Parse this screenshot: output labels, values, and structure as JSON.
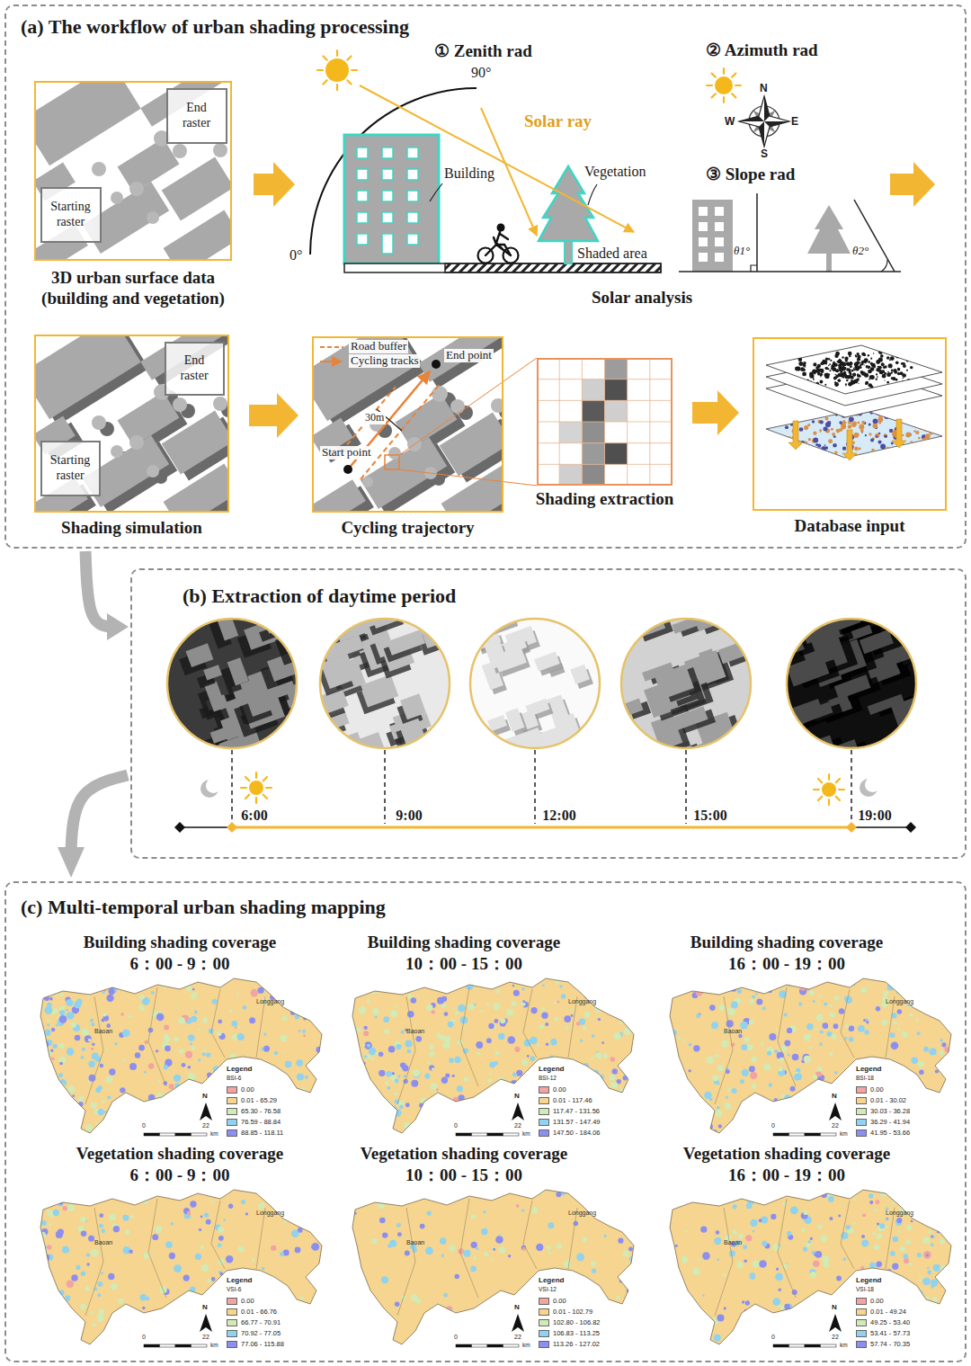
{
  "diagram": {
    "nodes": [
      {
        "text": [
          "(a) The workflow of urban shading processing"
        ]
      },
      {
        "text": [
          "3D urban surface data (building and vegetation)"
        ],
        "in": 0
      },
      {
        "text": [
          "End raster"
        ],
        "in": 1
      },
      {
        "text": [
          "Starting raster"
        ],
        "in": 1
      },
      {
        "text": [
          "Shading simulation"
        ],
        "in": 0
      },
      {
        "text": [
          "End raster"
        ],
        "in": 4
      },
      {
        "text": [
          "Starting raster"
        ],
        "in": 4
      },
      {
        "text": [
          "Cycling trajectory"
        ],
        "in": 0
      },
      {
        "text": [
          "Shading extraction"
        ],
        "in": 0
      },
      {
        "text": [
          "Database input"
        ],
        "in": 0
      },
      {
        "text": [
          "(b) Extraction of daytime period"
        ]
      },
      {
        "text": [
          "(c) Multi-temporal urban shading mapping"
        ]
      }
    ],
    "edges": [
      {
        "from": 4,
        "to": 7,
        "arrow": "to"
      },
      {
        "from": 8,
        "to": 9,
        "arrow": "to"
      },
      {
        "from": 0,
        "to": 10,
        "arrow": "to"
      },
      {
        "from": 10,
        "to": 11,
        "arrow": "to"
      }
    ],
    "labels": [
      "① Zenith rad",
      "90°",
      "0°",
      "Solar ray",
      "Building",
      "Vegetation",
      "Shaded area",
      "Solar analysis",
      "② Azimuth rad",
      "N",
      "W",
      "E",
      "S",
      "③ Slope rad",
      "θ1°",
      "θ2°",
      "Road buffer",
      "Cycling tracks",
      "End point",
      "Start point",
      "30m",
      "6:00",
      "9:00",
      "12:00",
      "15:00",
      "19:00",
      "Building shading coverage",
      "6：00 - 9：00",
      "Baoan",
      "Longgang",
      "Legend",
      "BSI-6",
      "N",
      "0",
      "22",
      "km",
      "Building shading coverage",
      "10：00 - 15：00",
      "Baoan",
      "Longgang",
      "Legend",
      "BSI-12",
      "N",
      "0",
      "22",
      "km",
      "Building shading coverage",
      "16：00 - 19：00",
      "Baoan",
      "Longgang",
      "Legend",
      "BSI-18",
      "N",
      "0",
      "22",
      "km",
      "Vegetation shading coverage",
      "6：00 - 9：00",
      "Baoan",
      "Longgang",
      "Legend",
      "VSI-6",
      "N",
      "0",
      "22",
      "km",
      "Vegetation shading coverage",
      "10：00 - 15：00",
      "Baoan",
      "Longgang",
      "Legend",
      "VSI-12",
      "N",
      "0",
      "22",
      "km",
      "Vegetation shading coverage",
      "16：00 - 19：00",
      "Baoan",
      "Longgang",
      "Legend",
      "VSI-18",
      "N",
      "0",
      "22",
      "km"
    ],
    "legend": [
      {
        "text": "0.00",
        "color": "#f4a3a3"
      },
      {
        "text": "0.01 - 65.29",
        "color": "#f5d58f"
      },
      {
        "text": "65.30 - 76.58",
        "color": "#d2eab4"
      },
      {
        "text": "76.59 - 88.84",
        "color": "#8fd3ef"
      },
      {
        "text": "88.85 - 118.11",
        "color": "#8c8ff0"
      },
      {
        "text": "0.00",
        "color": "#f4a3a3"
      },
      {
        "text": "0.01 - 117.46",
        "color": "#f5d58f"
      },
      {
        "text": "117.47 - 131.56",
        "color": "#d2eab4"
      },
      {
        "text": "131.57 - 147.49",
        "color": "#8fd3ef"
      },
      {
        "text": "147.50 - 184.06",
        "color": "#8c8ff0"
      },
      {
        "text": "0.00",
        "color": "#f4a3a3"
      },
      {
        "text": "0.01 - 30.02",
        "color": "#f5d58f"
      },
      {
        "text": "30.03 - 36.28",
        "color": "#d2eab4"
      },
      {
        "text": "36.29 - 41.94",
        "color": "#8fd3ef"
      },
      {
        "text": "41.95 - 53.66",
        "color": "#8c8ff0"
      },
      {
        "text": "0.00",
        "color": "#f4a3a3"
      },
      {
        "text": "0.01 - 66.76",
        "color": "#f5d58f"
      },
      {
        "text": "66.77 - 70.91",
        "color": "#d2eab4"
      },
      {
        "text": "70.92 - 77.05",
        "color": "#8fd3ef"
      },
      {
        "text": "77.06 - 115.88",
        "color": "#8c8ff0"
      },
      {
        "text": "0.00",
        "color": "#f4a3a3"
      },
      {
        "text": "0.01 - 102.79",
        "color": "#f5d58f"
      },
      {
        "text": "102.80 - 106.82",
        "color": "#d2eab4"
      },
      {
        "text": "106.83 - 113.25",
        "color": "#8fd3ef"
      },
      {
        "text": "113.26 - 127.02",
        "color": "#8c8ff0"
      },
      {
        "text": "0.00",
        "color": "#f4a3a3"
      },
      {
        "text": "0.01 - 49.24",
        "color": "#f5d58f"
      },
      {
        "text": "49.25 - 53.40",
        "color": "#d2eab4"
      },
      {
        "text": "53.41 - 57.73",
        "color": "#8fd3ef"
      },
      {
        "text": "57.74 - 70.35",
        "color": "#8c8ff0"
      }
    ]
  }
}
